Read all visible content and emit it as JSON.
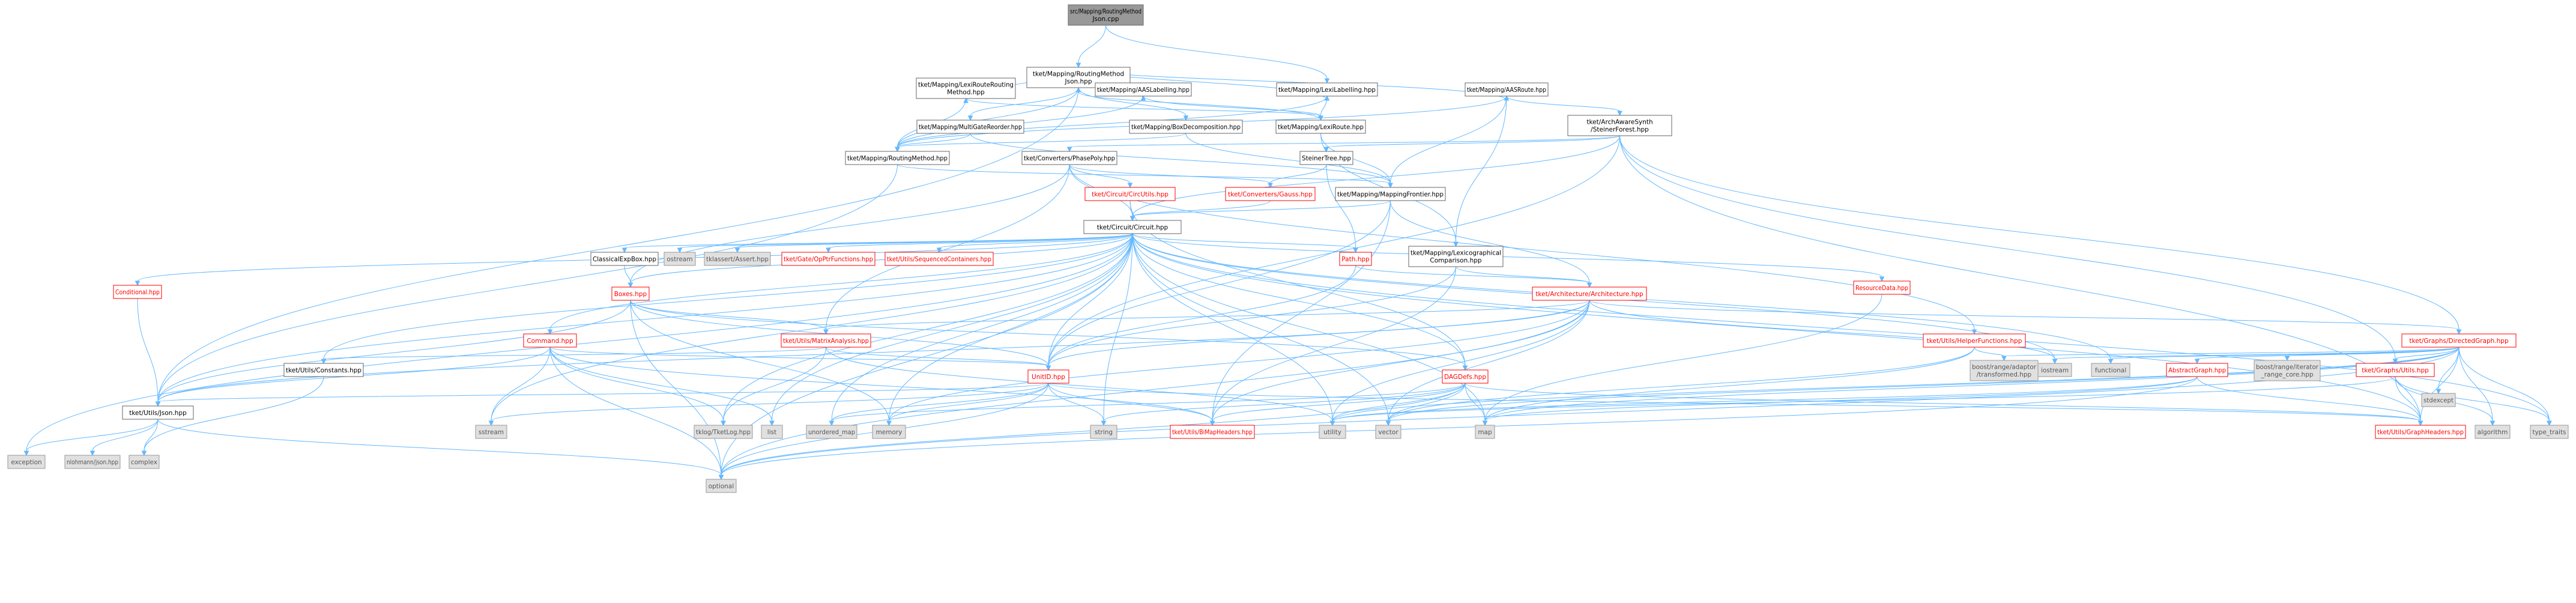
{
  "colors": {
    "edge": "#63b8ff",
    "root_fill": "#999999",
    "root_stroke": "#666666",
    "doc_fill": "#ffffff",
    "doc_stroke": "#666666",
    "doc_text": "#000000",
    "trunc_stroke": "#ff0000",
    "trunc_text": "#ff0000",
    "sys_fill": "#e0e0e0",
    "sys_stroke": "#999999",
    "sys_text": "#555555"
  },
  "nodes": [
    {
      "id": "root",
      "kind": "root",
      "lines": [
        "src/Mapping/RoutingMethod",
        "Json.cpp"
      ]
    },
    {
      "id": "rmjson_hpp",
      "kind": "doc",
      "lines": [
        "tket/Mapping/RoutingMethod",
        "Json.hpp"
      ]
    },
    {
      "id": "lexilabel",
      "kind": "doc",
      "lines": [
        "tket/Mapping/LexiLabelling.hpp"
      ]
    },
    {
      "id": "aasroute",
      "kind": "doc",
      "lines": [
        "tket/Mapping/AASRoute.hpp"
      ]
    },
    {
      "id": "lexiroute_rm",
      "kind": "doc",
      "lines": [
        "tket/Mapping/LexiRouteRouting",
        "Method.hpp"
      ]
    },
    {
      "id": "aaslabel",
      "kind": "doc",
      "lines": [
        "tket/Mapping/AASLabelling.hpp"
      ]
    },
    {
      "id": "lexiroute",
      "kind": "doc",
      "lines": [
        "tket/Mapping/LexiRoute.hpp"
      ]
    },
    {
      "id": "archsynth",
      "kind": "doc",
      "lines": [
        "tket/ArchAwareSynth",
        "/SteinerForest.hpp"
      ]
    },
    {
      "id": "multigate",
      "kind": "doc",
      "lines": [
        "tket/Mapping/MultiGateReorder.hpp"
      ]
    },
    {
      "id": "boxdecomp",
      "kind": "doc",
      "lines": [
        "tket/Mapping/BoxDecomposition.hpp"
      ]
    },
    {
      "id": "routingmethod",
      "kind": "doc",
      "lines": [
        "tket/Mapping/RoutingMethod.hpp"
      ]
    },
    {
      "id": "phasepoly",
      "kind": "doc",
      "lines": [
        "tket/Converters/PhasePoly.hpp"
      ]
    },
    {
      "id": "steinertree",
      "kind": "doc",
      "lines": [
        "SteinerTree.hpp"
      ]
    },
    {
      "id": "circutils",
      "kind": "trunc",
      "lines": [
        "tket/Circuit/CircUtils.hpp"
      ]
    },
    {
      "id": "gauss",
      "kind": "trunc",
      "lines": [
        "tket/Converters/Gauss.hpp"
      ]
    },
    {
      "id": "mappingfrontier",
      "kind": "doc",
      "lines": [
        "tket/Mapping/MappingFrontier.hpp"
      ]
    },
    {
      "id": "circuit",
      "kind": "doc",
      "lines": [
        "tket/Circuit/Circuit.hpp"
      ]
    },
    {
      "id": "classicalexpbox",
      "kind": "doc",
      "lines": [
        "ClassicalExpBox.hpp"
      ]
    },
    {
      "id": "ostream",
      "kind": "sys",
      "lines": [
        "ostream"
      ]
    },
    {
      "id": "tklassert",
      "kind": "sys",
      "lines": [
        "tklassert/Assert.hpp"
      ]
    },
    {
      "id": "opptrfunctions",
      "kind": "trunc",
      "lines": [
        "tket/Gate/OpPtrFunctions.hpp"
      ]
    },
    {
      "id": "seqcontainers",
      "kind": "trunc",
      "lines": [
        "tket/Utils/SequencedContainers.hpp"
      ]
    },
    {
      "id": "pathhpp",
      "kind": "trunc",
      "lines": [
        "Path.hpp"
      ]
    },
    {
      "id": "lexicomp",
      "kind": "doc",
      "lines": [
        "tket/Mapping/Lexicographical",
        "Comparison.hpp"
      ]
    },
    {
      "id": "resourcedata",
      "kind": "trunc",
      "lines": [
        "ResourceData.hpp"
      ]
    },
    {
      "id": "conditional",
      "kind": "trunc",
      "lines": [
        "Conditional.hpp"
      ]
    },
    {
      "id": "boxes",
      "kind": "trunc",
      "lines": [
        "Boxes.hpp"
      ]
    },
    {
      "id": "architecture",
      "kind": "trunc",
      "lines": [
        "tket/Architecture/Architecture.hpp"
      ]
    },
    {
      "id": "command",
      "kind": "trunc",
      "lines": [
        "Command.hpp"
      ]
    },
    {
      "id": "matrixanalysis",
      "kind": "trunc",
      "lines": [
        "tket/Utils/MatrixAnalysis.hpp"
      ]
    },
    {
      "id": "helperfunctions",
      "kind": "trunc",
      "lines": [
        "tket/Utils/HelperFunctions.hpp"
      ]
    },
    {
      "id": "directedgraph",
      "kind": "trunc",
      "lines": [
        "tket/Graphs/DirectedGraph.hpp"
      ]
    },
    {
      "id": "constants",
      "kind": "doc",
      "lines": [
        "tket/Utils/Constants.hpp"
      ]
    },
    {
      "id": "unitid",
      "kind": "trunc",
      "lines": [
        "UnitID.hpp"
      ]
    },
    {
      "id": "dagdefs",
      "kind": "trunc",
      "lines": [
        "DAGDefs.hpp"
      ]
    },
    {
      "id": "boostadaptor",
      "kind": "sys",
      "lines": [
        "boost/range/adaptor",
        "/transformed.hpp"
      ]
    },
    {
      "id": "iostream",
      "kind": "sys",
      "lines": [
        "iostream"
      ]
    },
    {
      "id": "functional",
      "kind": "sys",
      "lines": [
        "functional"
      ]
    },
    {
      "id": "abstractgraph",
      "kind": "trunc",
      "lines": [
        "AbstractGraph.hpp"
      ]
    },
    {
      "id": "boostiterator",
      "kind": "sys",
      "lines": [
        "boost/range/iterator",
        "_range_core.hpp"
      ]
    },
    {
      "id": "graphutils",
      "kind": "trunc",
      "lines": [
        "tket/Graphs/Utils.hpp"
      ]
    },
    {
      "id": "json",
      "kind": "doc",
      "lines": [
        "tket/Utils/Json.hpp"
      ]
    },
    {
      "id": "sstream",
      "kind": "sys",
      "lines": [
        "sstream"
      ]
    },
    {
      "id": "tklog",
      "kind": "sys",
      "lines": [
        "tklog/TketLog.hpp"
      ]
    },
    {
      "id": "list",
      "kind": "sys",
      "lines": [
        "list"
      ]
    },
    {
      "id": "unordered_map",
      "kind": "sys",
      "lines": [
        "unordered_map"
      ]
    },
    {
      "id": "memory",
      "kind": "sys",
      "lines": [
        "memory"
      ]
    },
    {
      "id": "string",
      "kind": "sys",
      "lines": [
        "string"
      ]
    },
    {
      "id": "bimap",
      "kind": "trunc",
      "lines": [
        "tket/Utils/BiMapHeaders.hpp"
      ]
    },
    {
      "id": "utility",
      "kind": "sys",
      "lines": [
        "utility"
      ]
    },
    {
      "id": "vector",
      "kind": "sys",
      "lines": [
        "vector"
      ]
    },
    {
      "id": "map",
      "kind": "sys",
      "lines": [
        "map"
      ]
    },
    {
      "id": "graphheaders",
      "kind": "trunc",
      "lines": [
        "tket/Utils/GraphHeaders.hpp"
      ]
    },
    {
      "id": "stdexcept",
      "kind": "sys",
      "lines": [
        "stdexcept"
      ]
    },
    {
      "id": "algorithm",
      "kind": "sys",
      "lines": [
        "algorithm"
      ]
    },
    {
      "id": "type_traits",
      "kind": "sys",
      "lines": [
        "type_traits"
      ]
    },
    {
      "id": "exception",
      "kind": "sys",
      "lines": [
        "exception"
      ]
    },
    {
      "id": "nlohmann",
      "kind": "sys",
      "lines": [
        "nlohmann/json.hpp"
      ]
    },
    {
      "id": "complex",
      "kind": "sys",
      "lines": [
        "complex"
      ]
    },
    {
      "id": "optional",
      "kind": "sys",
      "lines": [
        "optional"
      ]
    }
  ],
  "edges": [
    [
      "root",
      "rmjson_hpp"
    ],
    [
      "root",
      "lexilabel"
    ],
    [
      "rmjson_hpp",
      "aasroute"
    ],
    [
      "rmjson_hpp",
      "lexiroute_rm"
    ],
    [
      "rmjson_hpp",
      "aaslabel"
    ],
    [
      "rmjson_hpp",
      "lexilabel"
    ],
    [
      "rmjson_hpp",
      "multigate"
    ],
    [
      "rmjson_hpp",
      "boxdecomp"
    ],
    [
      "rmjson_hpp",
      "routingmethod"
    ],
    [
      "rmjson_hpp",
      "json"
    ],
    [
      "lexilabel",
      "lexiroute"
    ],
    [
      "lexilabel",
      "routingmethod"
    ],
    [
      "aasroute",
      "archsynth"
    ],
    [
      "aasroute",
      "mappingfrontier"
    ],
    [
      "aasroute",
      "routingmethod"
    ],
    [
      "aasroute",
      "lexicomp"
    ],
    [
      "lexiroute_rm",
      "lexiroute"
    ],
    [
      "lexiroute_rm",
      "routingmethod"
    ],
    [
      "aaslabel",
      "lexiroute"
    ],
    [
      "aaslabel",
      "routingmethod"
    ],
    [
      "lexiroute",
      "lexicomp"
    ],
    [
      "lexiroute",
      "mappingfrontier"
    ],
    [
      "lexiroute",
      "rmjson_hpp"
    ],
    [
      "archsynth",
      "phasepoly"
    ],
    [
      "archsynth",
      "steinertree"
    ],
    [
      "archsynth",
      "unitid"
    ],
    [
      "archsynth",
      "directedgraph"
    ],
    [
      "archsynth",
      "graphutils"
    ],
    [
      "archsynth",
      "graphheaders"
    ],
    [
      "archsynth",
      "circuit"
    ],
    [
      "multigate",
      "mappingfrontier"
    ],
    [
      "multigate",
      "routingmethod"
    ],
    [
      "boxdecomp",
      "mappingfrontier"
    ],
    [
      "boxdecomp",
      "routingmethod"
    ],
    [
      "routingmethod",
      "mappingfrontier"
    ],
    [
      "routingmethod",
      "json"
    ],
    [
      "phasepoly",
      "circutils"
    ],
    [
      "phasepoly",
      "gauss"
    ],
    [
      "phasepoly",
      "circuit"
    ],
    [
      "phasepoly",
      "matrixanalysis"
    ],
    [
      "phasepoly",
      "helperfunctions"
    ],
    [
      "phasepoly",
      "boxes"
    ],
    [
      "steinertree",
      "gauss"
    ],
    [
      "steinertree",
      "pathhpp"
    ],
    [
      "circutils",
      "circuit"
    ],
    [
      "circutils",
      "dagdefs"
    ],
    [
      "gauss",
      "circuit"
    ],
    [
      "mappingfrontier",
      "circuit"
    ],
    [
      "mappingfrontier",
      "architecture"
    ],
    [
      "mappingfrontier",
      "bimap"
    ],
    [
      "mappingfrontier",
      "unitid"
    ],
    [
      "circuit",
      "classicalexpbox"
    ],
    [
      "circuit",
      "ostream"
    ],
    [
      "circuit",
      "tklassert"
    ],
    [
      "circuit",
      "opptrfunctions"
    ],
    [
      "circuit",
      "seqcontainers"
    ],
    [
      "circuit",
      "pathhpp"
    ],
    [
      "circuit",
      "resourcedata"
    ],
    [
      "circuit",
      "conditional"
    ],
    [
      "circuit",
      "boxes"
    ],
    [
      "circuit",
      "command"
    ],
    [
      "circuit",
      "constants"
    ],
    [
      "circuit",
      "unitid"
    ],
    [
      "circuit",
      "dagdefs"
    ],
    [
      "circuit",
      "json"
    ],
    [
      "circuit",
      "iostream"
    ],
    [
      "circuit",
      "functional"
    ],
    [
      "circuit",
      "sstream"
    ],
    [
      "circuit",
      "tklog"
    ],
    [
      "circuit",
      "list"
    ],
    [
      "circuit",
      "unordered_map"
    ],
    [
      "circuit",
      "memory"
    ],
    [
      "circuit",
      "string"
    ],
    [
      "circuit",
      "utility"
    ],
    [
      "circuit",
      "vector"
    ],
    [
      "circuit",
      "map"
    ],
    [
      "circuit",
      "type_traits"
    ],
    [
      "circuit",
      "exception"
    ],
    [
      "circuit",
      "optional"
    ],
    [
      "circuit",
      "graphheaders"
    ],
    [
      "classicalexpbox",
      "boxes"
    ],
    [
      "pathhpp",
      "architecture"
    ],
    [
      "pathhpp",
      "unitid"
    ],
    [
      "lexicomp",
      "architecture"
    ],
    [
      "lexicomp",
      "bimap"
    ],
    [
      "lexicomp",
      "unitid"
    ],
    [
      "resourcedata",
      "map"
    ],
    [
      "conditional",
      "json"
    ],
    [
      "boxes",
      "matrixanalysis"
    ],
    [
      "boxes",
      "unitid"
    ],
    [
      "boxes",
      "json"
    ],
    [
      "boxes",
      "memory"
    ],
    [
      "boxes",
      "optional"
    ],
    [
      "boxes",
      "dagdefs"
    ],
    [
      "architecture",
      "directedgraph"
    ],
    [
      "architecture",
      "matrixanalysis"
    ],
    [
      "architecture",
      "unitid"
    ],
    [
      "architecture",
      "bimap"
    ],
    [
      "architecture",
      "json"
    ],
    [
      "architecture",
      "memory"
    ],
    [
      "architecture",
      "utility"
    ],
    [
      "architecture",
      "vector"
    ],
    [
      "architecture",
      "optional"
    ],
    [
      "architecture",
      "iostream"
    ],
    [
      "command",
      "unitid"
    ],
    [
      "command",
      "json"
    ],
    [
      "command",
      "sstream"
    ],
    [
      "command",
      "tklog"
    ],
    [
      "command",
      "list"
    ],
    [
      "command",
      "optional"
    ],
    [
      "command",
      "bimap"
    ],
    [
      "matrixanalysis",
      "constants"
    ],
    [
      "matrixanalysis",
      "unitid"
    ],
    [
      "matrixanalysis",
      "tklog"
    ],
    [
      "matrixanalysis",
      "utility"
    ],
    [
      "helperfunctions",
      "boostadaptor"
    ],
    [
      "helperfunctions",
      "map"
    ],
    [
      "helperfunctions",
      "vector"
    ],
    [
      "directedgraph",
      "boostadaptor"
    ],
    [
      "directedgraph",
      "iostream"
    ],
    [
      "directedgraph",
      "functional"
    ],
    [
      "directedgraph",
      "abstractgraph"
    ],
    [
      "directedgraph",
      "boostiterator"
    ],
    [
      "directedgraph",
      "graphutils"
    ],
    [
      "directedgraph",
      "graphheaders"
    ],
    [
      "directedgraph",
      "stdexcept"
    ],
    [
      "directedgraph",
      "algorithm"
    ],
    [
      "directedgraph",
      "type_traits"
    ],
    [
      "directedgraph",
      "optional"
    ],
    [
      "directedgraph",
      "map"
    ],
    [
      "directedgraph",
      "utility"
    ],
    [
      "directedgraph",
      "vector"
    ],
    [
      "constants",
      "complex"
    ],
    [
      "unitid",
      "json"
    ],
    [
      "unitid",
      "sstream"
    ],
    [
      "unitid",
      "string"
    ],
    [
      "unitid",
      "memory"
    ],
    [
      "unitid",
      "unordered_map"
    ],
    [
      "unitid",
      "optional"
    ],
    [
      "unitid",
      "bimap"
    ],
    [
      "unitid",
      "graphheaders"
    ],
    [
      "dagdefs",
      "utility"
    ],
    [
      "dagdefs",
      "unordered_map"
    ],
    [
      "dagdefs",
      "string"
    ],
    [
      "dagdefs",
      "vector"
    ],
    [
      "dagdefs",
      "graphheaders"
    ],
    [
      "dagdefs",
      "bimap"
    ],
    [
      "dagdefs",
      "optional"
    ],
    [
      "dagdefs",
      "map"
    ],
    [
      "abstractgraph",
      "graphheaders"
    ],
    [
      "abstractgraph",
      "map"
    ],
    [
      "abstractgraph",
      "optional"
    ],
    [
      "abstractgraph",
      "utility"
    ],
    [
      "graphutils",
      "graphheaders"
    ],
    [
      "graphutils",
      "algorithm"
    ],
    [
      "graphutils",
      "type_traits"
    ],
    [
      "graphutils",
      "utility"
    ],
    [
      "json",
      "nlohmann"
    ],
    [
      "json",
      "complex"
    ],
    [
      "json",
      "exception"
    ],
    [
      "json",
      "optional"
    ]
  ]
}
